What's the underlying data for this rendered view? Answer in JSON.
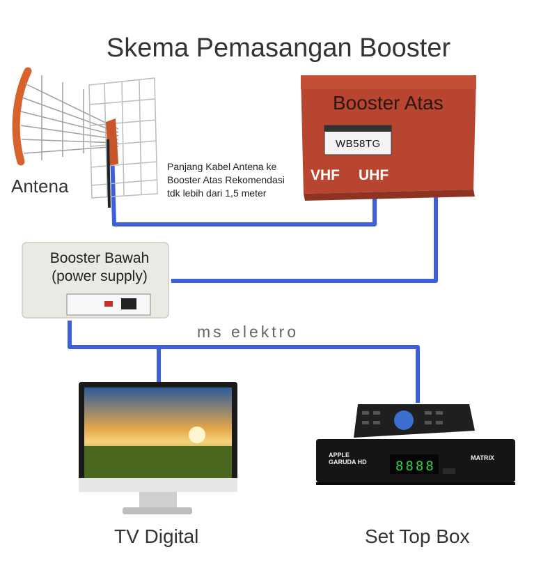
{
  "title": "Skema Pemasangan Booster",
  "antenna": {
    "label": "Antena",
    "icon": "antenna-icon"
  },
  "cable_note": "Panjang Kabel Antena ke Booster Atas Rekomendasi tdk lebih dari 1,5 meter",
  "booster_atas": {
    "label": "Booster Atas",
    "model": "WB58TG",
    "port_vhf": "VHF",
    "port_uhf": "UHF",
    "color": "#b8452f"
  },
  "booster_bawah": {
    "label": "Booster Bawah (power supply)"
  },
  "watermark": "ms elektro",
  "tv": {
    "label": "TV Digital",
    "icon": "tv-monitor-icon"
  },
  "set_top_box": {
    "label": "Set Top Box",
    "display": "8888",
    "brand": "APPLE GARUDA HD",
    "brand_right": "MATRIX",
    "icon": "set-top-box-icon"
  },
  "colors": {
    "cable": "#3d5fd9",
    "booster_bawah": "#ebe9e4",
    "antenna_orange": "#d8622e"
  }
}
